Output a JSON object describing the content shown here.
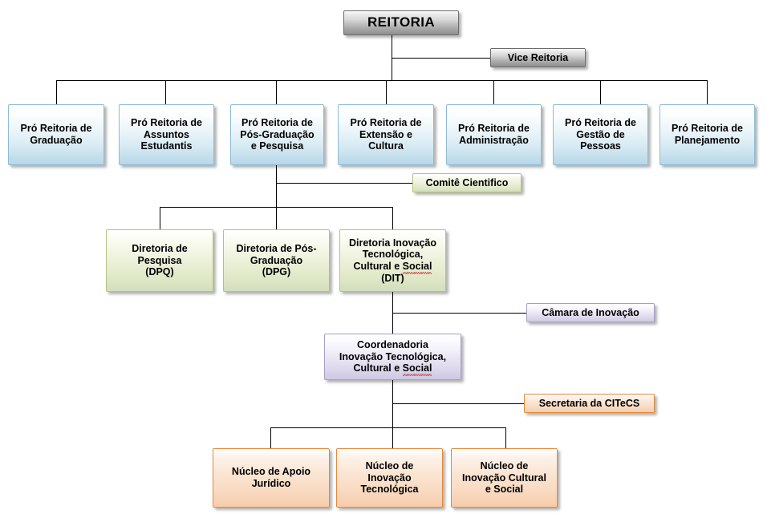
{
  "title": "Organograma Reitoria",
  "palette": {
    "gray_border": "#6b6b6b",
    "blue_border": "#8fbcd4",
    "blue_fill": "#b6d7e8",
    "green_border": "#b3c37e",
    "green_fill": "#d3debb",
    "purple_border": "#a79ec4",
    "purple_fill": "#cfc9e4",
    "orange_border": "#e08a3c",
    "orange_fill": "#f6cdab",
    "line": "#000000",
    "text": "#000000"
  },
  "nodes": {
    "reitoria": {
      "label": "REITORIA"
    },
    "vice_reitoria": {
      "label": "Vice Reitoria"
    },
    "comite_cientifico": {
      "label": "Comitê Cientifico"
    },
    "camara_inovacao": {
      "label": "Câmara de Inovação"
    },
    "secretaria_citecs": {
      "label": "Secretaria da CITeCS"
    }
  },
  "pro_reitorias": [
    {
      "lines": [
        "Pró Reitoria de",
        "Graduação"
      ]
    },
    {
      "lines": [
        "Pró Reitoria de",
        "Assuntos",
        "Estudantis"
      ]
    },
    {
      "lines": [
        "Pró Reitoria de",
        "Pós-Graduação",
        "e Pesquisa"
      ]
    },
    {
      "lines": [
        "Pró Reitoria de",
        "Extensão e",
        "Cultura"
      ]
    },
    {
      "lines": [
        "Pró Reitoria de",
        "Administração"
      ]
    },
    {
      "lines": [
        "Pró Reitoria de",
        "Gestão de",
        "Pessoas"
      ]
    },
    {
      "lines": [
        "Pró Reitoria de",
        "Planejamento"
      ]
    }
  ],
  "diretorias": [
    {
      "lines": [
        "Diretoria de",
        "Pesquisa",
        "(DPQ)"
      ]
    },
    {
      "lines": [
        "Diretoria de Pós-",
        "Graduação",
        "(DPG)"
      ]
    },
    {
      "lines": [
        "Diretoria Inovação",
        "Tecnológica,",
        "Cultural e Social",
        "(DIT)"
      ],
      "squiggle_word": "Social"
    }
  ],
  "coordenadoria": {
    "lines": [
      "Coordenadoria",
      "Inovação Tecnológica,",
      "Cultural e Social"
    ],
    "squiggle_word": "Social"
  },
  "nucleos": [
    {
      "lines": [
        "Núcleo de Apoio",
        "Jurídico"
      ]
    },
    {
      "lines": [
        "Núcleo de",
        "Inovação",
        "Tecnológica"
      ]
    },
    {
      "lines": [
        "Núcleo de",
        "Inovação Cultural",
        "e Social"
      ]
    }
  ]
}
